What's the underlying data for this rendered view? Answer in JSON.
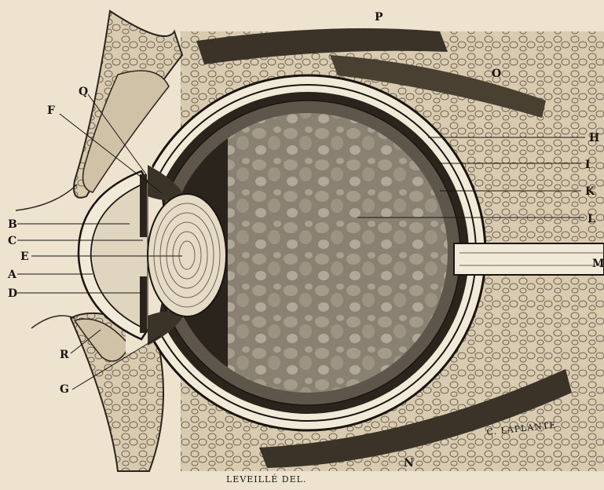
{
  "figure": {
    "labels": {
      "P": "P",
      "O": "O",
      "Q": "Q",
      "F": "F",
      "H": "H",
      "I": "I",
      "K": "K",
      "L": "L",
      "M": "M",
      "B": "B",
      "C": "C",
      "E": "E",
      "A": "A",
      "D": "D",
      "R": "R",
      "G": "G",
      "N": "N"
    },
    "engraver_signature": "C. LAPLANTE",
    "artist_signature": "LEVEILLÉ DEL."
  },
  "colors": {
    "paper": "#ede3cf",
    "ink": "#1a1510",
    "vitreous_fill": "#8a8172",
    "dark_chamber": "#2a241c",
    "sclera": "#f2ead8",
    "lens": "#e6dcc6",
    "fat_tissue": "#d9ccb2"
  }
}
